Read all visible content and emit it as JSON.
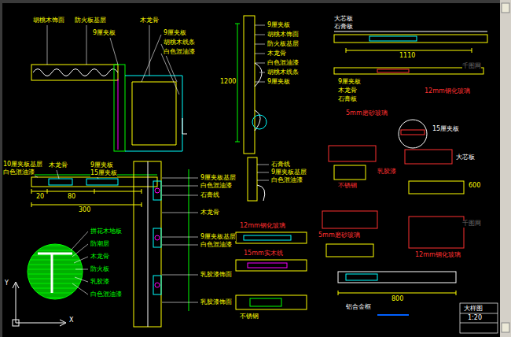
{
  "diagram": {
    "labels": [
      "胡桃木饰面",
      "防火板基层",
      "木龙骨",
      "9厘夹板",
      "胡桃木线条",
      "白色混油漆",
      "9厘夹板",
      "20",
      "80",
      "300",
      "10厘夹板基层",
      "白色混油漆",
      "木龙骨",
      "9厘夹板",
      "15厘夹板",
      "拼花木地板",
      "防潮层",
      "木龙骨",
      "防火板",
      "乳胶漆",
      "白色混油漆",
      "9厘夹板基层",
      "白色混油漆",
      "石膏线",
      "木龙骨",
      "9厘夹板基层",
      "白色混油漆",
      "乳胶漆饰面",
      "乳胶漆饰面",
      "9厘夹板",
      "胡桃木饰面",
      "防火板基层",
      "木龙骨",
      "白色混油漆",
      "胡桃木线条",
      "9厘夹板",
      "1200",
      "石膏线",
      "9厘夹板基层",
      "白色混油漆",
      "12mm钢化玻璃",
      "15mm实木线",
      "不锈钢",
      "大芯板",
      "石膏板",
      "1110",
      "9厘夹板",
      "木龙骨",
      "石膏板",
      "5mm磨砂玻璃",
      "12mm钢化玻璃",
      "15厘夹板",
      "不锈钢",
      "乳胶漆",
      "大芯板",
      "600",
      "5mm磨砂玻璃",
      "12mm钢化玻璃",
      "800",
      "铝合金框",
      "大样图",
      "1:20",
      "千图网",
      "千图网",
      "Y",
      "X"
    ]
  }
}
